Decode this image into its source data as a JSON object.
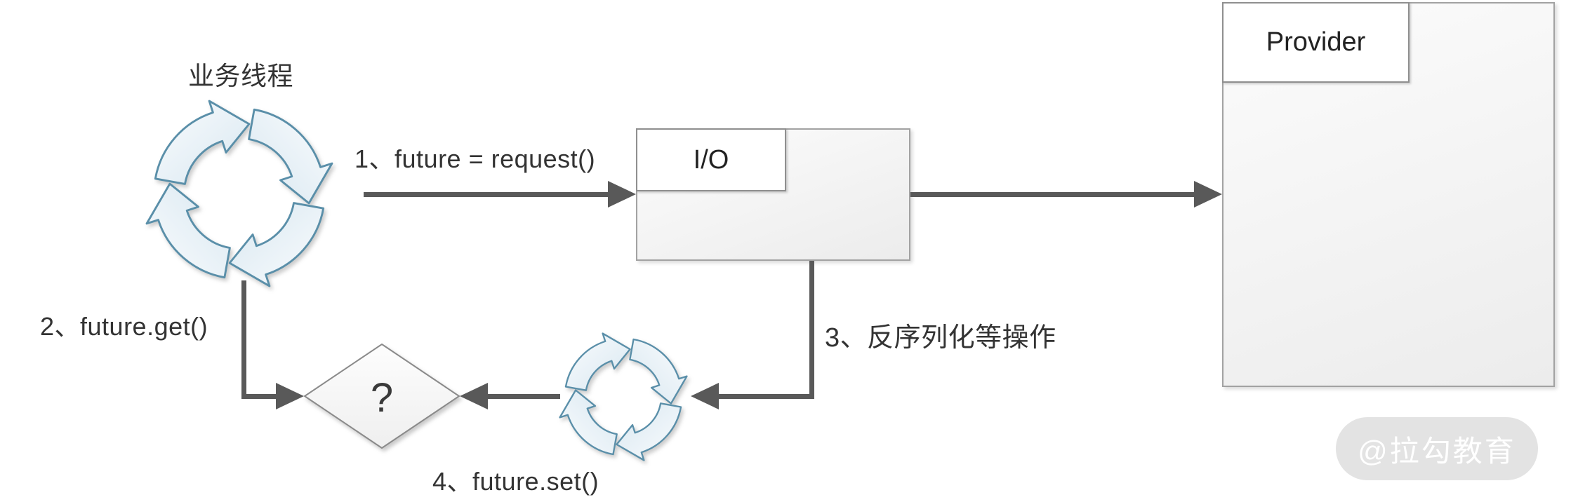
{
  "diagram": {
    "nodes": {
      "business_thread": {
        "label": "业务线程"
      },
      "io": {
        "label": "I/O"
      },
      "provider": {
        "label": "Provider"
      },
      "decision": {
        "question_mark": "?"
      }
    },
    "steps": {
      "step1": "1、future = request()",
      "step2": "2、future.get()",
      "step3": "3、反序列化等操作",
      "step4": "4、future.set()"
    },
    "watermark": "@拉勾教育",
    "colors": {
      "connector": "#595959",
      "box_border": "#a2a2a2",
      "label_box_border": "#8f8f8f",
      "box_fill_light": "#fcfcfc",
      "box_fill_dark": "#ececec",
      "loop_icon_stroke": "#5a8fa9",
      "loop_icon_fill_light": "#fafcfe",
      "loop_icon_fill_dark": "#d8e7f0",
      "text": "#333333",
      "watermark_bg": "#e3e3e3",
      "watermark_text": "#ffffff"
    }
  }
}
